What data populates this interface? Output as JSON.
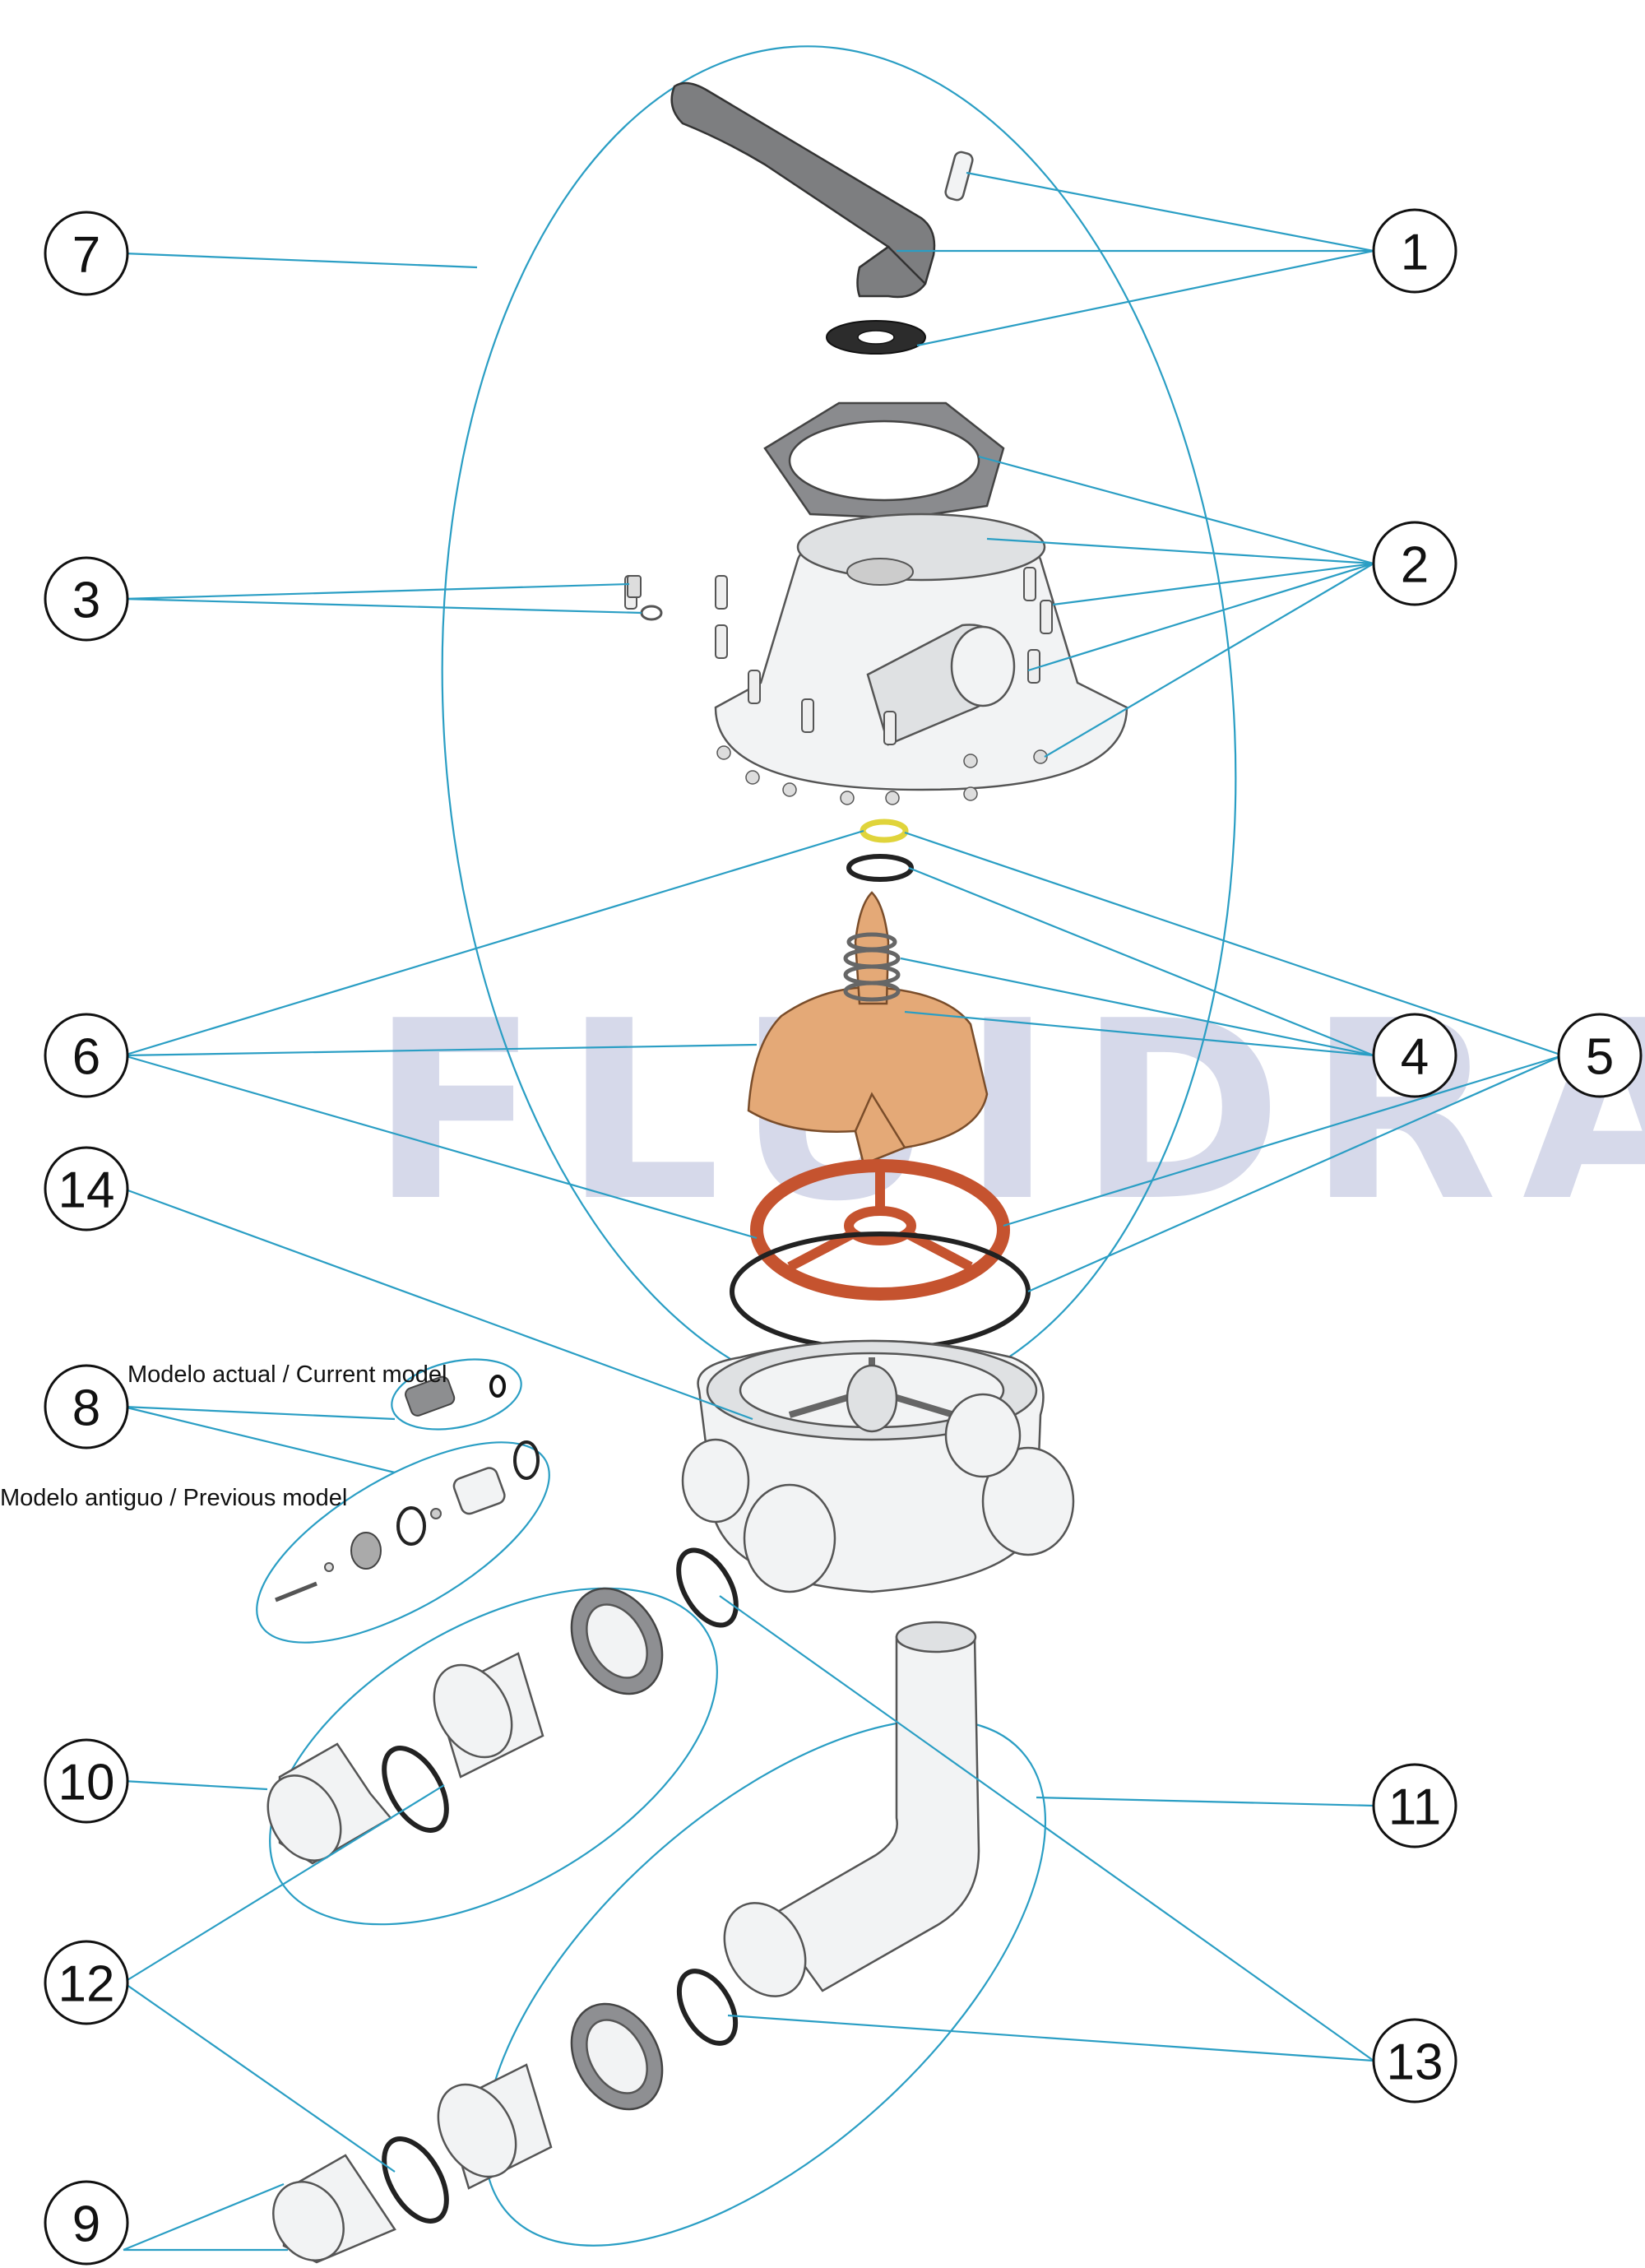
{
  "watermark": "FLUIDRA",
  "captions": {
    "current_model": "Modelo actual / Current model",
    "previous_model": "Modelo antiguo / Previous model"
  },
  "callouts": [
    "1",
    "2",
    "3",
    "4",
    "5",
    "6",
    "7",
    "8",
    "9",
    "10",
    "11",
    "12",
    "13",
    "14"
  ],
  "colors": {
    "leader": "#2a9ec4",
    "handle": "#7d7e80",
    "rotor": "#e4a977",
    "star_gasket": "#c5532f",
    "watermark": "#d6d9ea"
  },
  "icons": {
    "handle": "valve-handle-icon",
    "lid": "valve-lid-icon",
    "rotor": "rotor-icon",
    "body": "valve-body-icon",
    "elbow": "elbow-pipe-icon"
  }
}
